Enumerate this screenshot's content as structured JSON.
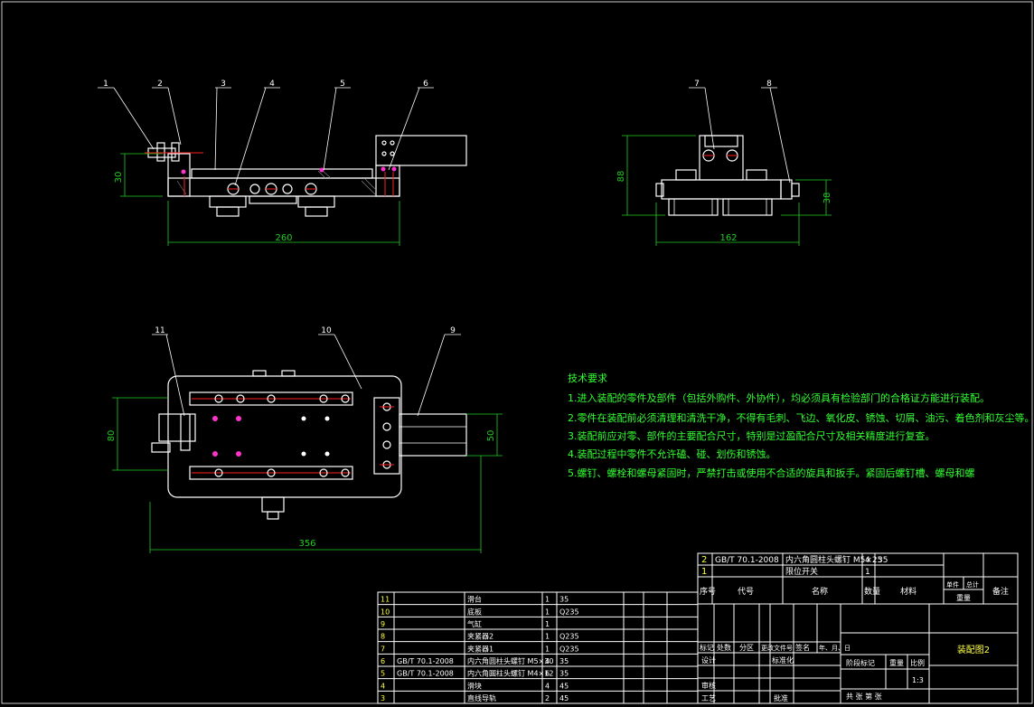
{
  "drawing": {
    "dims": {
      "front_height": "30",
      "front_width": "260",
      "side_height": "88",
      "side_small": "38",
      "side_width": "162",
      "top_height": "80",
      "top_width": "356",
      "top_slot": "50"
    },
    "balloons": [
      "1",
      "2",
      "3",
      "4",
      "5",
      "6",
      "7",
      "8",
      "9",
      "10",
      "11"
    ]
  },
  "tech": {
    "title": "技术要求",
    "lines": [
      "1.进入装配的零件及部件（包括外购件、外协件），均必须具有检验部门的合格证方能进行装配。",
      "2.零件在装配前必须清理和清洗干净，不得有毛刺、飞边、氧化皮、锈蚀、切屑、油污、着色剂和灰尘等。",
      "3.装配前应对零、部件的主要配合尺寸，特别是过盈配合尺寸及相关精度进行复查。",
      "4.装配过程中零件不允许磕、碰、划伤和锈蚀。",
      "5.螺钉、螺栓和螺母紧固时，严禁打击或使用不合适的旋具和扳手。紧固后螺钉槽、螺母和螺"
    ]
  },
  "bom": {
    "rows": [
      {
        "no": "11",
        "code": "",
        "name": "滑台",
        "qty": "1",
        "mat": "35"
      },
      {
        "no": "10",
        "code": "",
        "name": "底板",
        "qty": "1",
        "mat": "Q235"
      },
      {
        "no": "9",
        "code": "",
        "name": "气缸",
        "qty": "1",
        "mat": ""
      },
      {
        "no": "8",
        "code": "",
        "name": "夹紧器2",
        "qty": "1",
        "mat": "Q235"
      },
      {
        "no": "7",
        "code": "",
        "name": "夹紧器1",
        "qty": "1",
        "mat": "Q235"
      },
      {
        "no": "6",
        "code": "GB/T 70.1-2008",
        "name": "内六角圆柱头螺钉 M5×30",
        "qty": "4",
        "mat": "35"
      },
      {
        "no": "5",
        "code": "GB/T 70.1-2008",
        "name": "内六角圆柱头螺钉 M4×12",
        "qty": "6",
        "mat": "35"
      },
      {
        "no": "4",
        "code": "",
        "name": "滑块",
        "qty": "4",
        "mat": "45"
      },
      {
        "no": "3",
        "code": "",
        "name": "直线导轨",
        "qty": "2",
        "mat": "45"
      }
    ],
    "top_rows": [
      {
        "no": "2",
        "code": "GB/T 70.1-2008",
        "name": "内六角圆柱头螺钉 M5×25",
        "qty": "4",
        "mat": "35"
      },
      {
        "no": "1",
        "code": "",
        "name": "限位开关",
        "qty": "1",
        "mat": ""
      }
    ],
    "header": {
      "no": "序号",
      "code": "代号",
      "name": "名称",
      "qty": "数量",
      "mat": "材料",
      "unit": "单件",
      "total": "总计",
      "weight": "重量",
      "remark": "备注"
    }
  },
  "title_block": {
    "drawing_name": "装配图2",
    "stage_mark": "阶段标记",
    "weight": "重量",
    "scale_label": "比例",
    "scale": "1:3",
    "sheets": "共   张   第   张",
    "mark": "标记",
    "count": "处数",
    "zone": "分区",
    "change_doc": "更改文件号",
    "sign": "签名",
    "date": "年、月、日",
    "design": "设计",
    "standard": "标准化",
    "review": "审核",
    "process": "工艺",
    "approve": "批准"
  }
}
